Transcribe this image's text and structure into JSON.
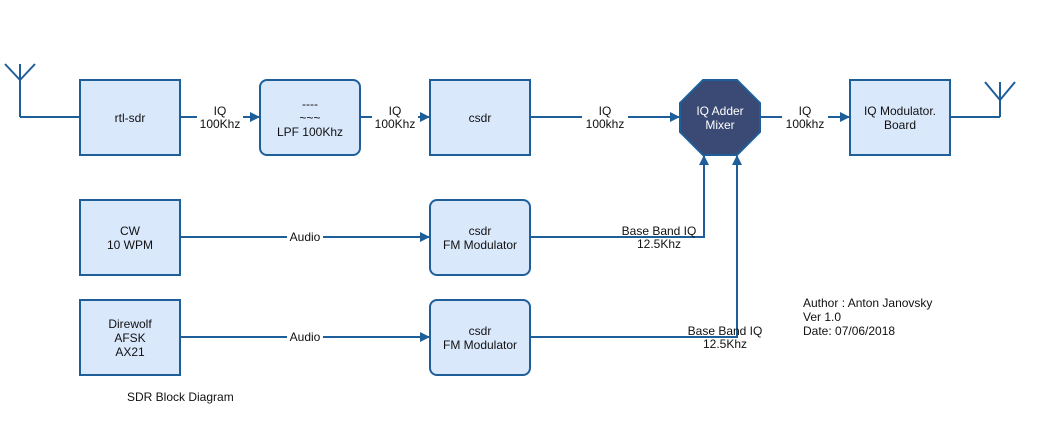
{
  "nodes": {
    "rtl_sdr": "rtl-sdr",
    "lpf": "----\n~~~\nLPF 100Khz",
    "csdr_top": "csdr",
    "mixer": "IQ Adder\nMixer",
    "iq_board": "IQ Modulator.\nBoard",
    "cw": "CW\n10 WPM",
    "fm_mod_1": "csdr\nFM Modulator",
    "direwolf": "Direwolf\nAFSK\nAX21",
    "fm_mod_2": "csdr\nFM Modulator"
  },
  "edges": {
    "rtl_to_lpf": "IQ\n100Khz",
    "lpf_to_csdr": "IQ\n100Khz",
    "csdr_to_mixer": "IQ\n100khz",
    "mixer_to_board": "IQ\n100khz",
    "cw_to_fm": "Audio",
    "fm1_to_mixer": "Base Band IQ\n12.5Khz",
    "direwolf_to_fm": "Audio",
    "fm2_to_mixer": "Base Band IQ\n12.5Khz"
  },
  "author_note": "Author : Anton Janovsky\nVer 1.0\nDate: 07/06/2018",
  "caption": "SDR Block Diagram",
  "colors": {
    "node_fill": "#dae8fc",
    "node_stroke": "#1f5f99",
    "mixer_fill": "#3a4a75",
    "edge": "#1f5f99"
  }
}
